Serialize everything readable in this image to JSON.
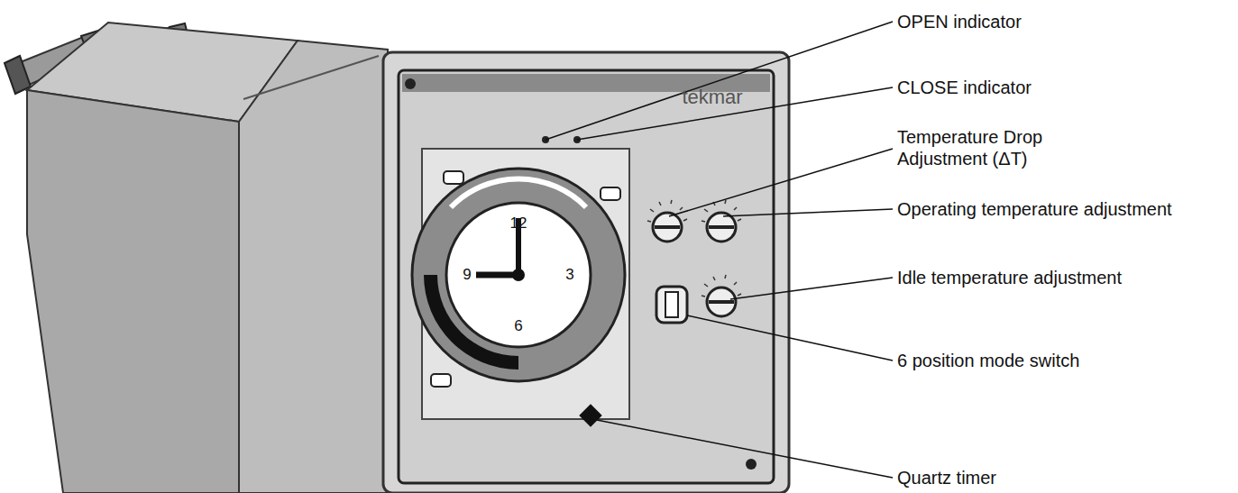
{
  "diagram": {
    "labels": [
      "tekmar",
      "12",
      "3",
      "6",
      "9",
      "OPEN indicator",
      "CLOSE indicator",
      "Temperature Drop Adjustment (ΔT)",
      "Operating temperature adjustment",
      "Idle temperature adjustment",
      "6 position mode switch",
      "Quartz timer"
    ]
  }
}
